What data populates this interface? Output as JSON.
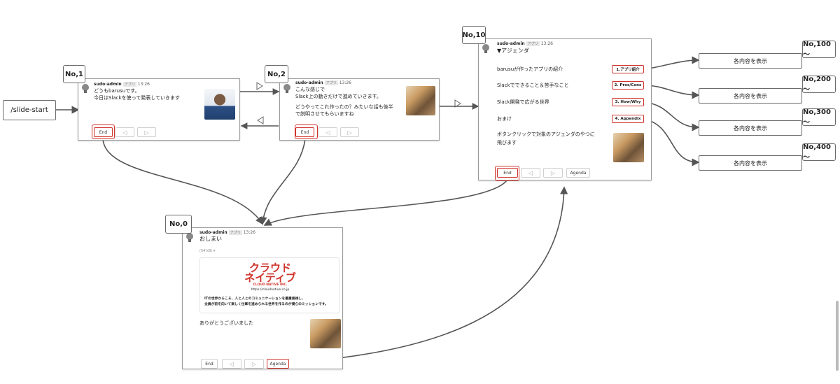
{
  "start_command": "/slide-start",
  "sender": {
    "name": "sudo-admin",
    "app_badge": "アプリ"
  },
  "slide1": {
    "number": "No,1",
    "time": "13:26",
    "lines": [
      "どうもbarusuです。",
      "今日はSlackを使って発表していきます"
    ],
    "end_label": "End",
    "prev_label": "◁",
    "next_label": "▷"
  },
  "slide2": {
    "number": "No,2",
    "time": "13:26",
    "lines": [
      "こんな感じで",
      "Slack上の動きだけで進めていきます。",
      "どうやってこれ作ったの？みたいな話も後半",
      "で説明させてもらいますね"
    ],
    "end_label": "End",
    "prev_label": "◁",
    "next_label": "▷"
  },
  "slide10": {
    "number": "No,10",
    "time": "13:26",
    "title": "▼アジェンダ",
    "items": [
      {
        "text": "barusuが作ったアプリの紹介",
        "button": "1.アプリ紹介"
      },
      {
        "text": "Slackでできること＆苦手なこと",
        "button": "2. Pros/Cons"
      },
      {
        "text": "Slack開発で広がる世界",
        "button": "3. How/Why"
      },
      {
        "text": "おまけ",
        "button": "4. Appendix"
      }
    ],
    "footer_lines": [
      "ボタンクリックで対象のアジェンダのやつに",
      "飛びます"
    ],
    "end_label": "End",
    "prev_label": "◁",
    "next_label": "▷",
    "agenda_label": "Agenda"
  },
  "slide0": {
    "number": "No,0",
    "time": "13:26",
    "title": "おしまい",
    "attachment_meta": "(54 kB) ▾",
    "logo_line1": "クラウド",
    "logo_line2": "ネイティブ",
    "logo_sub": "CLOUD NATIVE INC.",
    "logo_url": "https://cloudnative.co.jp",
    "mission_lines": [
      "ITの世界からこそ、人と人とのコミュニケーションを最重要視し、",
      "全員が前を向いて楽しく仕事を進められる世界を作るのが僕らのミッションです。"
    ],
    "thanks": "ありがとうございました",
    "end_label": "End",
    "prev_label": "◁",
    "next_label": "▷",
    "agenda_label": "Agenda"
  },
  "outputs": [
    {
      "number": "No,100～",
      "label": "各内容を表示"
    },
    {
      "number": "No,200～",
      "label": "各内容を表示"
    },
    {
      "number": "No,300～",
      "label": "各内容を表示"
    },
    {
      "number": "No,400～",
      "label": "各内容を表示"
    }
  ],
  "colors": {
    "highlight": "#d0342c",
    "wire": "#555555",
    "border": "#9a9a9a"
  }
}
